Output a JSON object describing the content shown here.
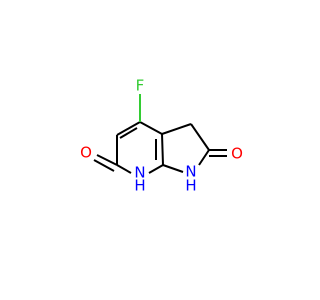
{
  "molecule": {
    "atoms": {
      "fluorine": {
        "label": "F",
        "color": "#33cc33"
      },
      "carbonyl_oxygen_left": {
        "label": "O",
        "color": "#ff0000"
      },
      "carbonyl_oxygen_right": {
        "label": "O",
        "color": "#ff0000"
      },
      "nh_pyridine": {
        "label": "N",
        "h_label": "H",
        "color": "#0000ff"
      },
      "nh_lactam": {
        "label": "N",
        "h_label": "H",
        "color": "#0000ff"
      }
    }
  }
}
